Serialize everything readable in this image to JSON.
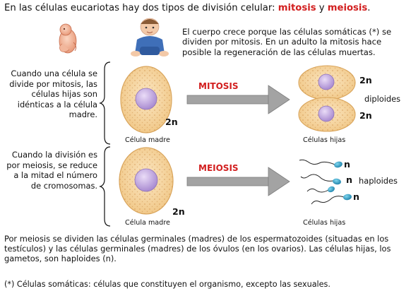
{
  "title": {
    "prefix": "En las células eucariotas hay dos tipos de división celular: ",
    "mitosis": "mitosis",
    "connector": " y ",
    "meiosis": "meiosis",
    "suffix": "."
  },
  "intro": "El cuerpo crece porque las células somáticas (*) se dividen por mitosis. En un adulto la mitosis hace posible la regeneración de las células muertas.",
  "mitosis_block": {
    "description": "Cuando una célula se divide por mitosis, las células hijas son idénticas a la célula madre.",
    "process_label": "MITOSIS",
    "mother_label": "2n",
    "mother_caption": "Célula madre",
    "daughter_labels": [
      "2n",
      "2n"
    ],
    "daughters_caption": "Células hijas",
    "ploidy": "diploides"
  },
  "meiosis_block": {
    "description": "Cuando la división es por meiosis, se reduce a la mitad el número de cromosomas.",
    "process_label": "MEIOSIS",
    "mother_label": "2n",
    "mother_caption": "Célula madre",
    "gamete_labels": [
      "n",
      "n",
      "n"
    ],
    "daughters_caption": "Células hijas",
    "ploidy": "haploides"
  },
  "bottom_text": "Por meiosis se dividen las células germinales (madres) de los espermatozoides (situadas en los testículos) y las células germinales (madres) de los óvulos (en los ovarios). Las células hijas, los gametos, son haploides (n).",
  "footnote": "(*) Células somáticas: células que constituyen el organismo, excepto las sexuales.",
  "colors": {
    "accent_red": "#d21f1f",
    "cell_fill": "#f7d9a8",
    "cell_stroke": "#d9a55c",
    "nucleus": "#c9b3e6",
    "arrow": "#9a9a9a",
    "sperm_head": "#1fa3c6"
  },
  "icons": {
    "embryo": "embryo-illustration",
    "baby": "baby-photo"
  }
}
